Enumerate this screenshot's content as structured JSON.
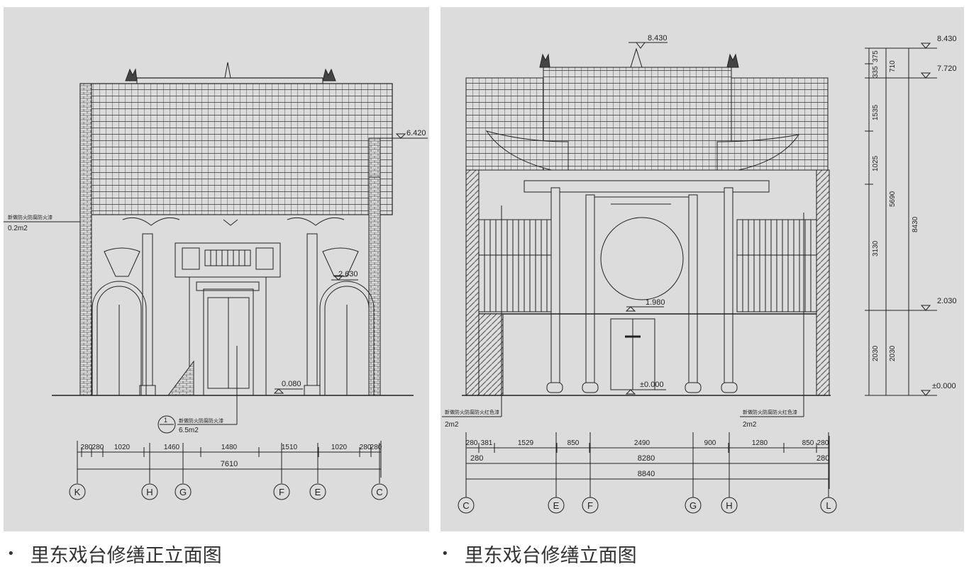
{
  "left_drawing": {
    "levels": {
      "top": "6.420",
      "window": "2.630",
      "floor": "0.080"
    },
    "note_top": {
      "label": "新做防火防腐防火漆",
      "area": "0.2m2"
    },
    "note_bottom": {
      "number": "1",
      "label": "新做防火防腐防火漆",
      "area": "6.5m2"
    },
    "dims": [
      "280",
      "280",
      "1020",
      "1460",
      "1480",
      "1510",
      "1020",
      "280",
      "280"
    ],
    "total": "7610",
    "axes": [
      "K",
      "H",
      "G",
      "F",
      "E",
      "C"
    ]
  },
  "right_drawing": {
    "levels": {
      "top": "8.430",
      "stage": "1.980",
      "ground": "±0.000"
    },
    "note_left": {
      "label": "新做防火防腐防火红色漆",
      "area": "2m2"
    },
    "note_right": {
      "label": "新做防火防腐防火红色漆",
      "area": "2m2"
    },
    "dims_row1": [
      "280",
      "381",
      "1529",
      "850",
      "2490",
      "900",
      "1280",
      "850",
      "280"
    ],
    "dims_row2": [
      "280",
      "8280",
      "280"
    ],
    "total": "8840",
    "axes": [
      "C",
      "E",
      "F",
      "G",
      "H",
      "L"
    ],
    "right_levels": [
      "8.430",
      "7.720",
      "2.030",
      "±0.000"
    ],
    "vdims_inner": [
      "375",
      "335",
      "1535",
      "1025",
      "3130",
      "2030"
    ],
    "vdims_mid": [
      "710",
      "5690",
      "2030"
    ],
    "vdims_outer": "8430"
  },
  "captions": {
    "left": "里东戏台修缮正立面图",
    "right": "里东戏台修缮立面图"
  }
}
